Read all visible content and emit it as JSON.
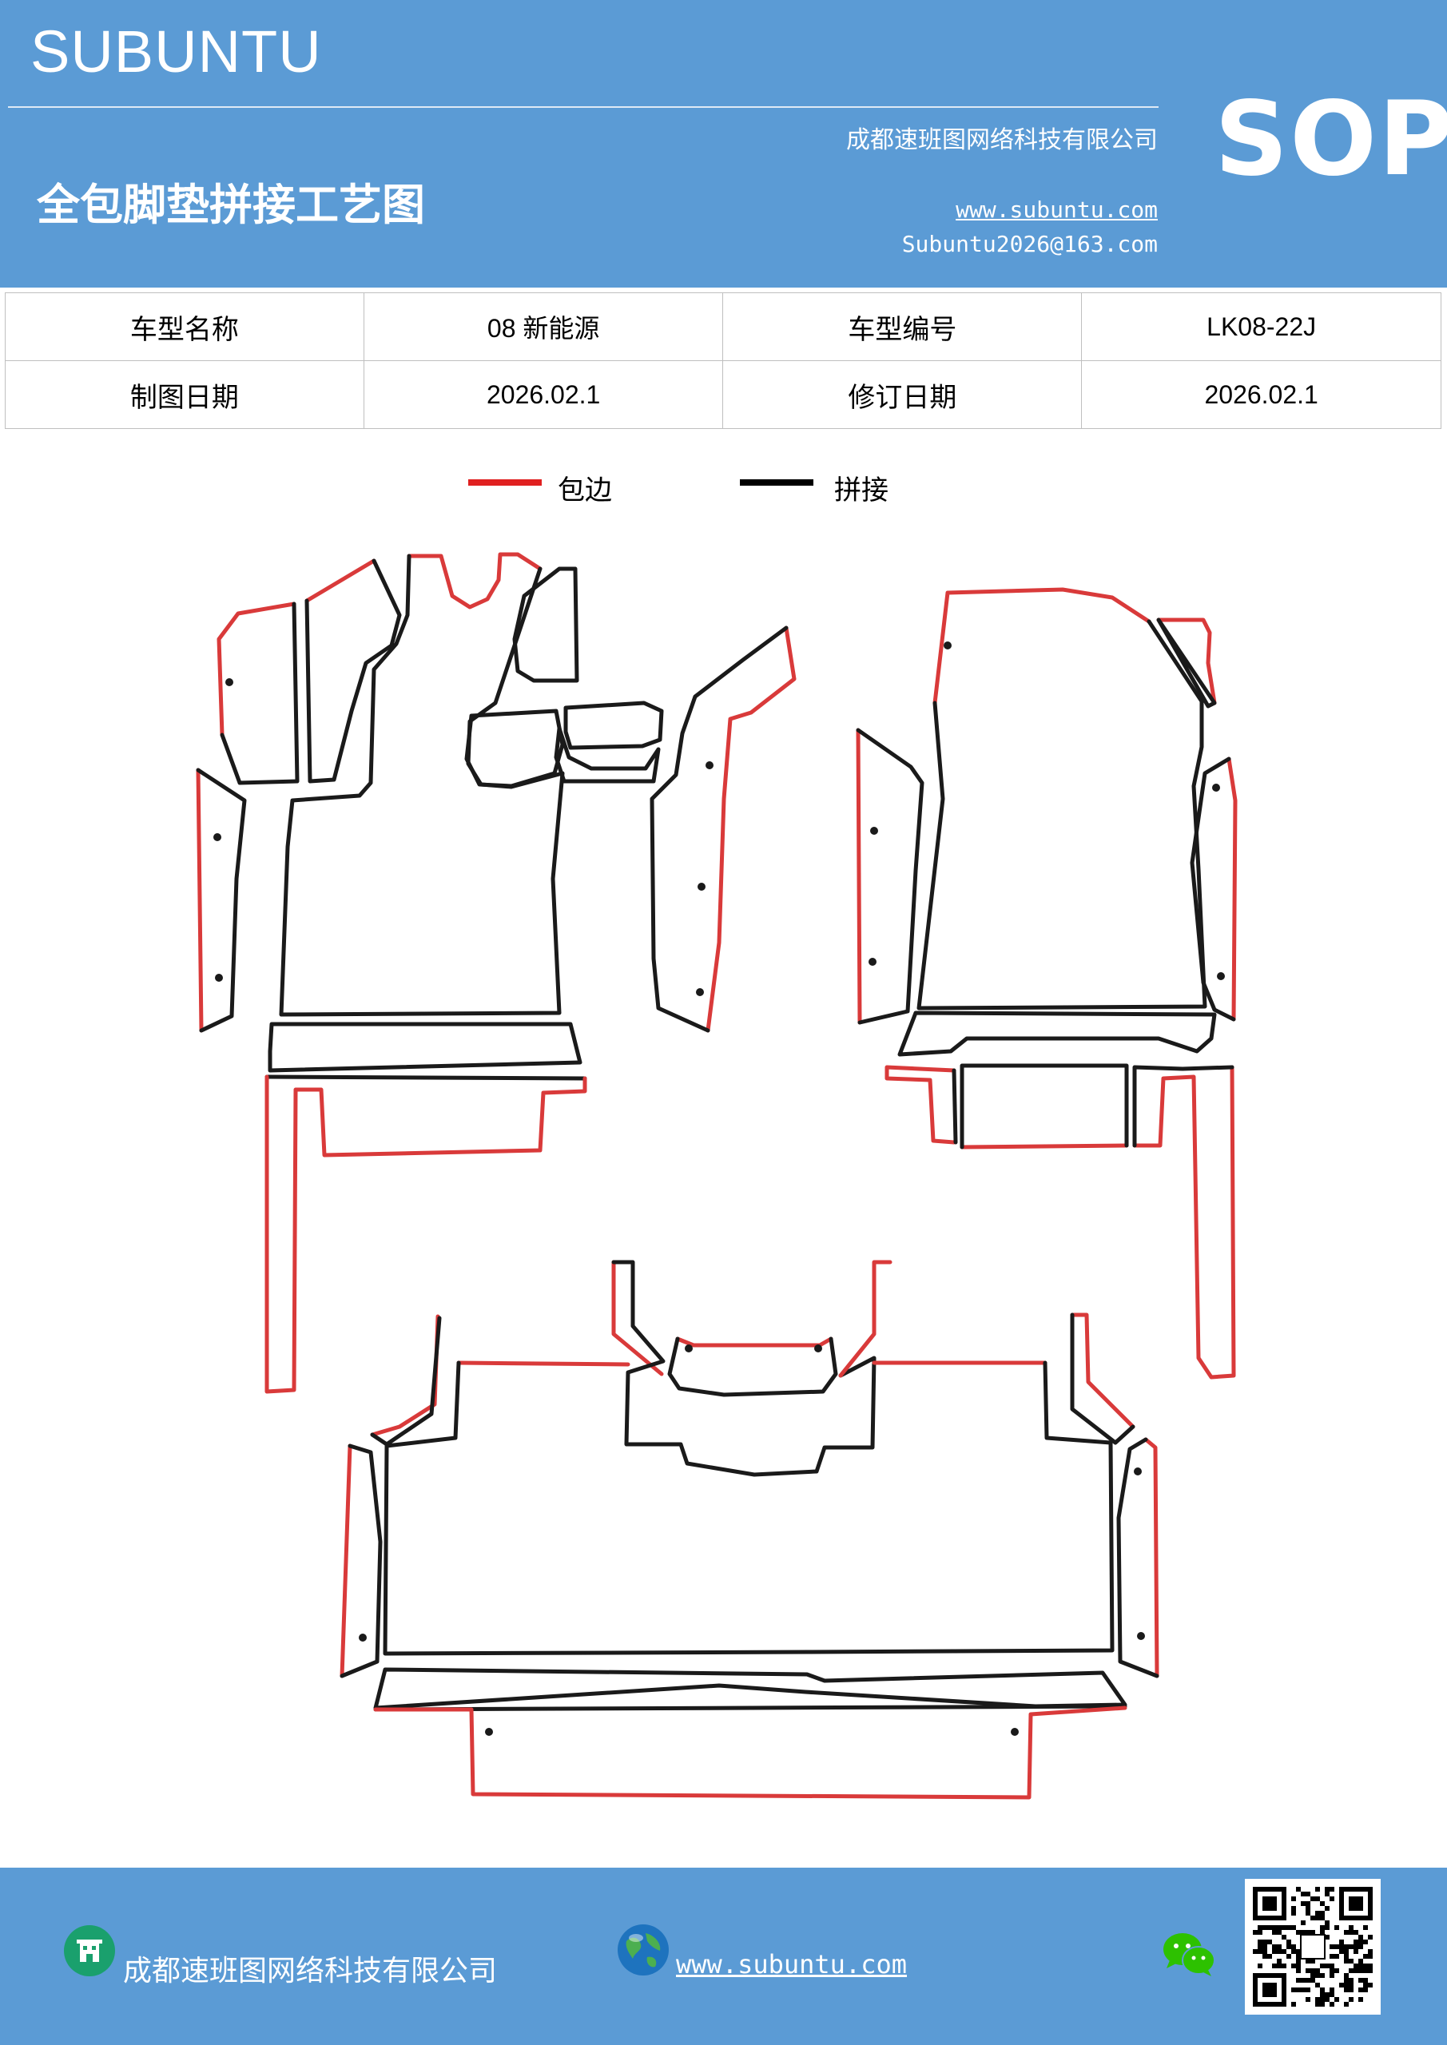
{
  "header": {
    "brand": "SUBUNTU",
    "company": "成都速班图网络科技有限公司",
    "title": "全包脚垫拼接工艺图",
    "website": "www.subuntu.com",
    "email": "Subuntu2026@163.com",
    "sop": "SOP"
  },
  "info_table": {
    "row1": {
      "model_name_label": "车型名称",
      "model_name": "08 新能源",
      "model_code_label": "车型编号",
      "model_code": "LK08-22J"
    },
    "row2": {
      "draw_date_label": "制图日期",
      "draw_date": "2026.02.1",
      "revise_date_label": "修订日期",
      "revise_date": "2026.02.1"
    }
  },
  "legend": {
    "edge": {
      "label": "包边",
      "color": "#e02020"
    },
    "splice": {
      "label": "拼接",
      "color": "#000000"
    }
  },
  "diagram": {
    "edge_color": "#d93a3a",
    "splice_color": "#1a1a1a"
  },
  "footer": {
    "company": "成都速班图网络科技有限公司",
    "website": "www.subuntu.com",
    "icons": [
      "building-icon",
      "globe-icon",
      "wechat-icon",
      "qr-code"
    ]
  }
}
